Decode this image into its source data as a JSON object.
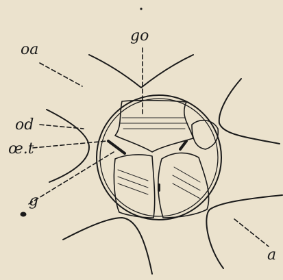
{
  "labels": {
    "go": "go",
    "oa": "oa",
    "od": "od",
    "oet": "œ.t",
    "g": "g",
    "a": "a"
  }
}
